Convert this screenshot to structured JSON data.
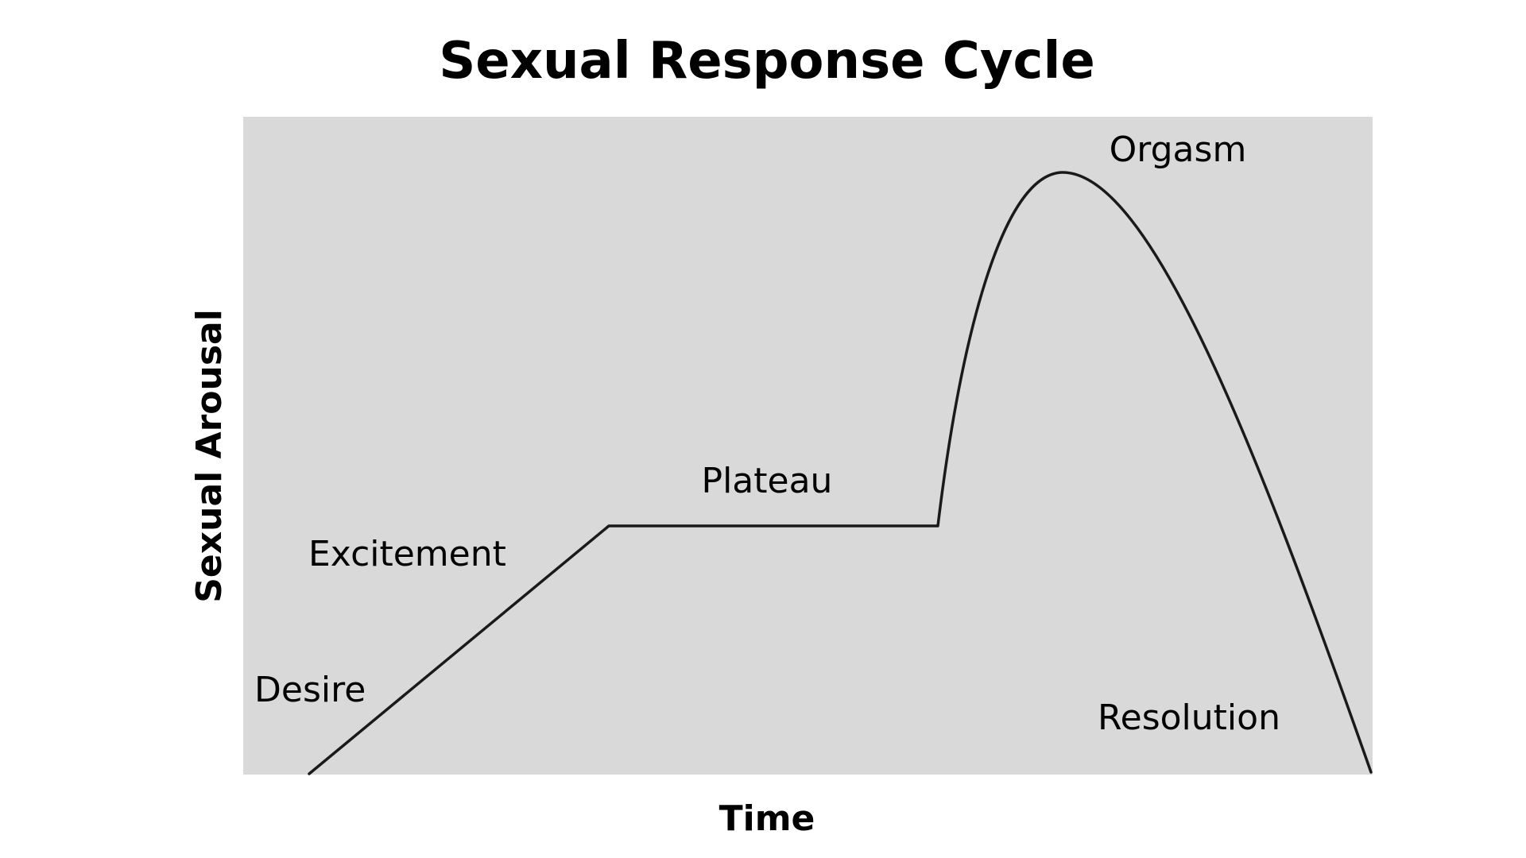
{
  "diagram": {
    "title": "Sexual Response Cycle",
    "x_axis_label": "Time",
    "y_axis_label": "Sexual Arousal",
    "colors": {
      "background": "#ffffff",
      "plot_area": "#d9d9d9",
      "curve": "#1a1a1a",
      "text": "#000000"
    },
    "phases": [
      {
        "label": "Desire"
      },
      {
        "label": "Excitement"
      },
      {
        "label": "Plateau"
      },
      {
        "label": "Orgasm"
      },
      {
        "label": "Resolution"
      }
    ]
  }
}
